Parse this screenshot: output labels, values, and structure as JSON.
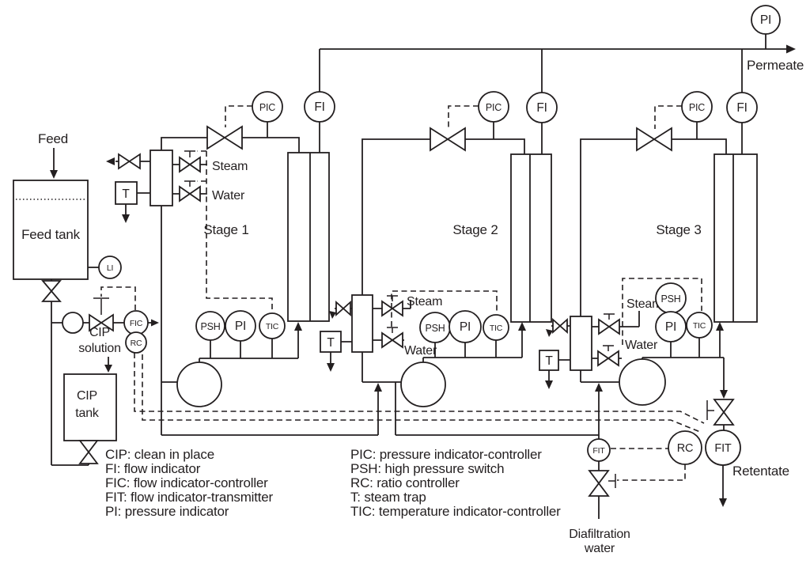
{
  "labels": {
    "feed": "Feed",
    "feed_tank": "Feed tank",
    "cip_solution_1": "CIP",
    "cip_solution_2": "solution",
    "cip_tank_1": "CIP",
    "cip_tank_2": "tank",
    "stage_1": "Stage 1",
    "stage_2": "Stage 2",
    "stage_3": "Stage 3",
    "steam": "Steam",
    "water": "Water",
    "permeate": "Permeate",
    "retentate": "Retentate",
    "diafiltration_1": "Diafiltration",
    "diafiltration_2": "water"
  },
  "tags": {
    "pi": "PI",
    "pic": "PIC",
    "fi": "FI",
    "psh": "PSH",
    "tic": "TIC",
    "li": "LI",
    "fic": "FIC",
    "rc": "RC",
    "fit": "FIT",
    "t": "T"
  },
  "legend_left": [
    "CIP: clean in place",
    "FI: flow indicator",
    "FIC: flow indicator-controller",
    "FIT: flow indicator-transmitter",
    "PI: pressure indicator"
  ],
  "legend_right": [
    "PIC: pressure indicator-controller",
    "PSH: high pressure switch",
    "RC: ratio controller",
    "T: steam trap",
    "TIC: temperature indicator-controller"
  ],
  "colors": {
    "ink": "#231f20",
    "background": "#ffffff"
  }
}
